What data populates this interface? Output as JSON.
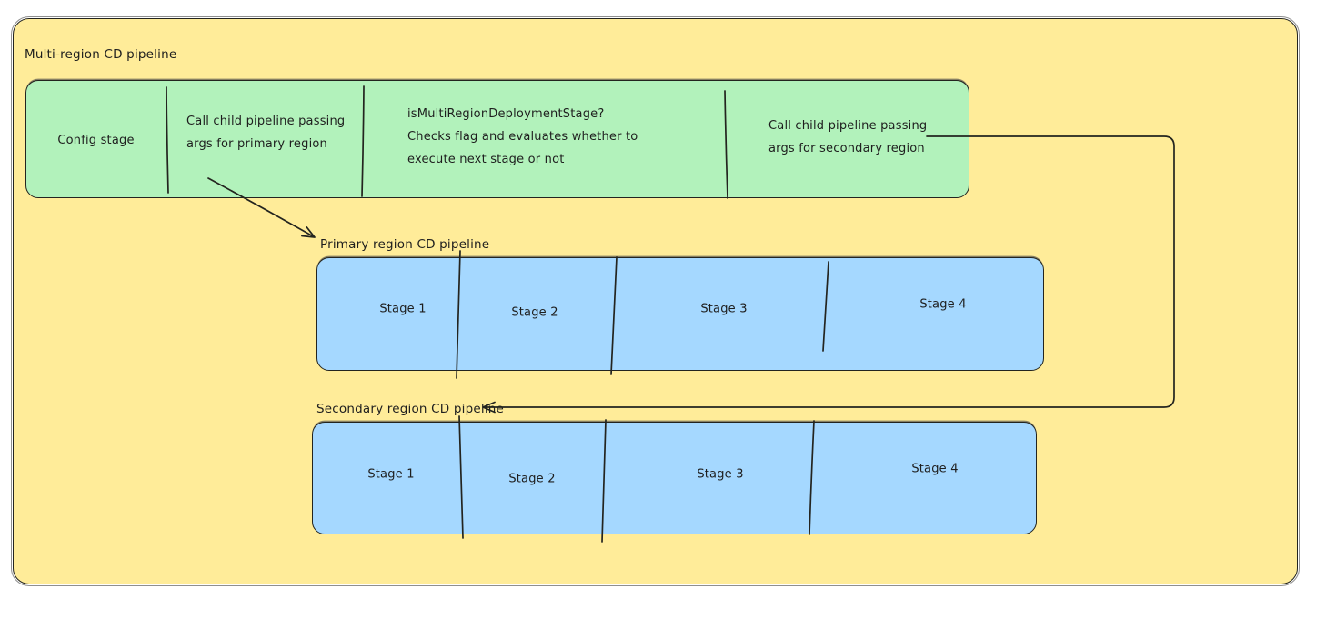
{
  "diagram": {
    "container": {
      "title": "Multi-region CD pipeline",
      "fill": "#ffec99",
      "stroke": "#1e1e1e"
    },
    "parent_pipeline": {
      "fill": "#b2f2bb",
      "stages": [
        {
          "label": "Config stage"
        },
        {
          "label": "Call child pipeline passing\nargs for primary region"
        },
        {
          "label": "isMultiRegionDeploymentStage?\nChecks flag and evaluates whether to\nexecute next stage or not"
        },
        {
          "label": "Call child pipeline passing\nargs for secondary region"
        }
      ]
    },
    "primary_pipeline": {
      "label": "Primary region CD pipeline",
      "fill": "#a5d8ff",
      "stages": [
        {
          "label": "Stage 1"
        },
        {
          "label": "Stage 2"
        },
        {
          "label": "Stage 3"
        },
        {
          "label": "Stage 4"
        }
      ]
    },
    "secondary_pipeline": {
      "label": "Secondary region CD pipeline",
      "fill": "#a5d8ff",
      "stages": [
        {
          "label": "Stage 1"
        },
        {
          "label": "Stage 2"
        },
        {
          "label": "Stage 3"
        },
        {
          "label": "Stage 4"
        }
      ]
    },
    "arrows": [
      {
        "name": "parent-to-primary",
        "from": "Call child pipeline passing args for primary region",
        "to": "Primary region CD pipeline"
      },
      {
        "name": "parent-to-secondary",
        "from": "Call child pipeline passing args for secondary region",
        "to": "Secondary region CD pipeline"
      }
    ]
  }
}
